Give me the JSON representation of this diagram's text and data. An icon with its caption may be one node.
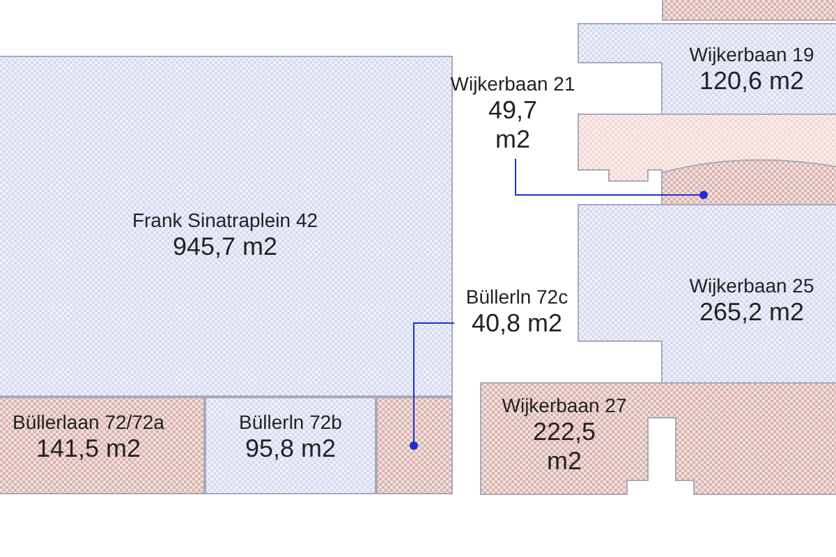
{
  "diagram": {
    "nodes": [
      {
        "text": [
          "Frank Sinatraplein 42",
          "945,7 m2"
        ]
      },
      {
        "text": [
          "Büllerlaan 72/72a",
          "141,5 m2"
        ]
      },
      {
        "text": [
          "Büllerln 72b",
          "95,8 m2"
        ]
      },
      {
        "text": [],
        "shape": "box"
      },
      {
        "text": [
          "Büllerln 72c",
          "40,8 m2"
        ]
      },
      {
        "text": [],
        "shape": "box"
      },
      {
        "text": [
          "Wijkerbaan 19",
          "120,6 m2"
        ]
      },
      {
        "text": [
          "Wijkerbaan 21",
          "49,7 m2"
        ]
      },
      {
        "text": [],
        "shape": "box"
      },
      {
        "text": [],
        "shape": "box",
        "in": 8
      },
      {
        "text": [
          "Wijkerbaan 25",
          "265,2 m2"
        ]
      },
      {
        "text": [
          "Wijkerbaan 27",
          "222,5 m2"
        ]
      }
    ],
    "edges": [
      {
        "from": 7,
        "to": 9,
        "arrow": "other"
      },
      {
        "from": 4,
        "to": 3,
        "arrow": "other"
      }
    ]
  }
}
